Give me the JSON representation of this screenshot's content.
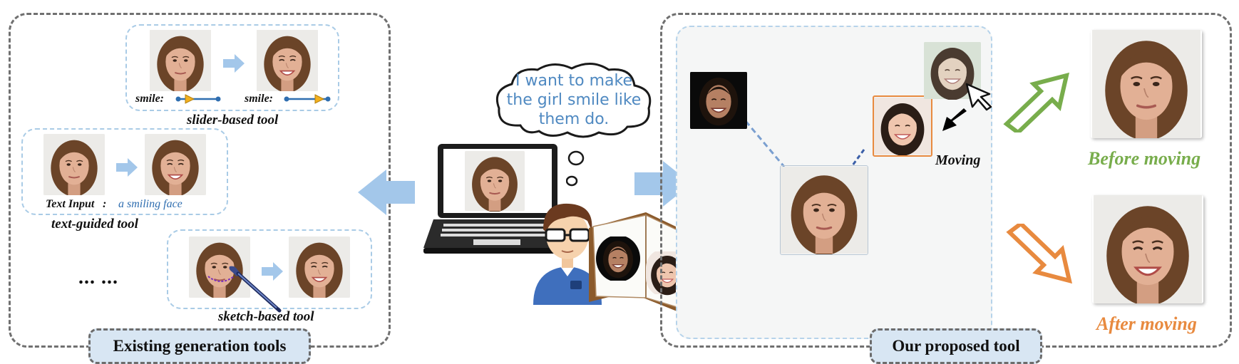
{
  "left_panel": {
    "title": "Existing generation tools",
    "slider_tool": {
      "caption": "slider-based tool",
      "label_before": "smile:",
      "label_after": "smile:"
    },
    "text_tool": {
      "caption": "text-guided tool",
      "input_label": "Text Input",
      "colon": ":",
      "input_value": "a smiling face"
    },
    "sketch_tool": {
      "caption": "sketch-based tool"
    },
    "ellipsis": "... ..."
  },
  "center": {
    "thought": "I want to make the girl smile like them do."
  },
  "right_panel": {
    "title": "Our proposed tool",
    "moving_label": "Moving",
    "before_label": "Before moving",
    "after_label": "After moving"
  },
  "colors": {
    "panel_border": "#707070",
    "subbox_border": "#a9cbe6",
    "arrow_blue": "#a3c7ea",
    "green": "#78ad4c",
    "orange": "#e88a3f",
    "slider_line": "#2f6eb0",
    "slider_knob": "#f2b01e",
    "badge_fill": "#d8e6f3"
  }
}
